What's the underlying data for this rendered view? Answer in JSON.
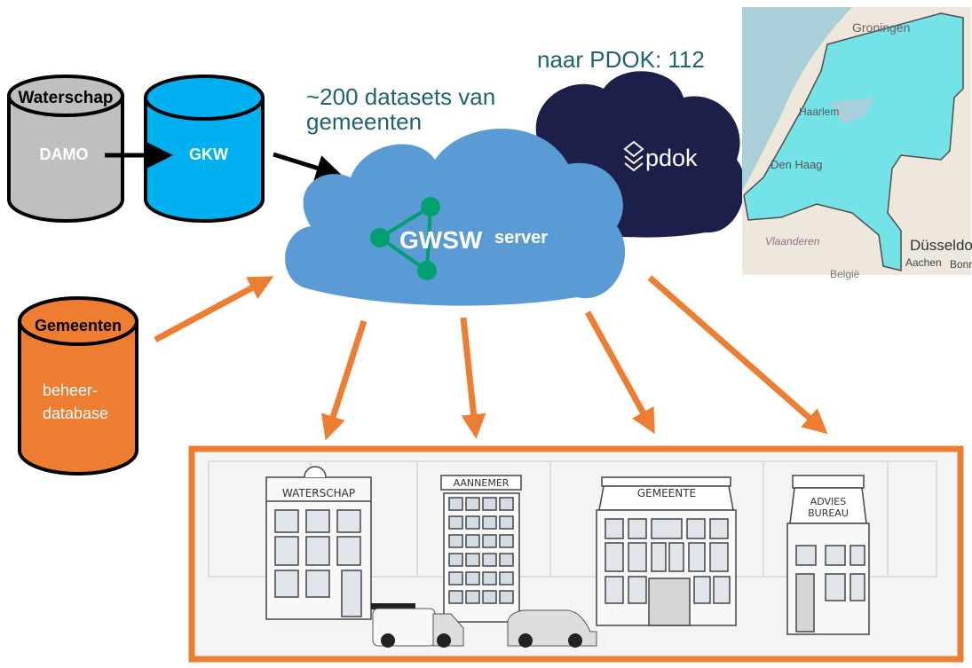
{
  "colors": {
    "waterschap_db": "#bfbfbf",
    "gkw_db": "#00b0f0",
    "gemeenten_db": "#ed7d31",
    "gwsw_cloud": "#5b9bd5",
    "pdok_cloud": "#1c1f4a",
    "annotation_text": "#1f6370",
    "arrow_orange": "#ed7d31",
    "gwsw_logo": "#00a070",
    "map_highlight": "#5fe3ea"
  },
  "sources": {
    "waterschap": {
      "title": "Waterschap",
      "content": "DAMO"
    },
    "gkw": {
      "title": "GKW"
    },
    "gemeenten": {
      "title": "Gemeenten",
      "line1": "beheer-",
      "line2": "database"
    }
  },
  "annotations": {
    "datasets_line1": "~200 datasets van",
    "datasets_line2": "gemeenten",
    "pdok": "naar PDOK: 112"
  },
  "gwsw_cloud": {
    "name": "GWSW",
    "label": "server",
    "icon": "network-nodes-icon"
  },
  "pdok_cloud": {
    "logo": "pdok"
  },
  "map": {
    "labels": [
      "Groningen",
      "Haarlem",
      "Den Haag",
      "Vlaanderen",
      "Düsseldorf",
      "Aachen",
      "Bonn",
      "België"
    ]
  },
  "consumers": [
    {
      "label": "WATERSCHAP"
    },
    {
      "label": "AANNEMER"
    },
    {
      "label": "GEMEENTE"
    },
    {
      "label_line1": "ADVIES",
      "label_line2": "BUREAU"
    }
  ]
}
